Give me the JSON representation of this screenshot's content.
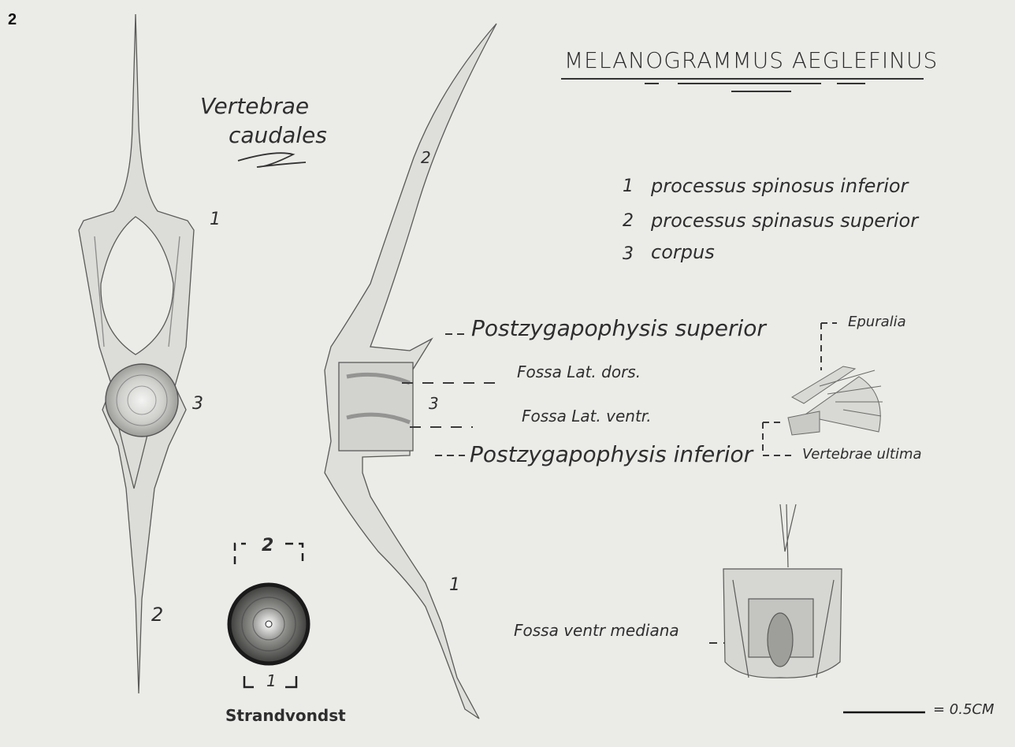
{
  "figure_number": "2",
  "title": "MELANOGRAMMUS AEGLEFINUS",
  "section_title_line1": "Vertebrae",
  "section_title_line2": "caudales",
  "legend": [
    {
      "num": "1",
      "text": "processus spinosus inferior"
    },
    {
      "num": "2",
      "text": "processus spinasus superior"
    },
    {
      "num": "3",
      "text": "corpus"
    }
  ],
  "front_view_labels": {
    "top": "1",
    "corpus": "3",
    "bottom": "2"
  },
  "side_view_labels": {
    "top": "2",
    "corpus": "3",
    "bottom": "1"
  },
  "annotations": {
    "postzyg_sup": "Postzygapophysis superior",
    "fossa_dors": "Fossa Lat. dors.",
    "fossa_ventr": "Fossa Lat. ventr.",
    "postzyg_inf": "Postzygapophysis inferior",
    "epuralia": "Epuralia",
    "vert_ultima": "Vertebrae ultima",
    "fossa_mediana": "Fossa ventr mediana"
  },
  "cross_section": {
    "top_label": "2",
    "bottom_label": "1",
    "caption": "Strandvondst"
  },
  "scale": {
    "label": "= 0.5CM"
  },
  "colors": {
    "paper": "#ebebe8",
    "pencil": "#3a3a3a",
    "shade": "#8a8a88"
  }
}
